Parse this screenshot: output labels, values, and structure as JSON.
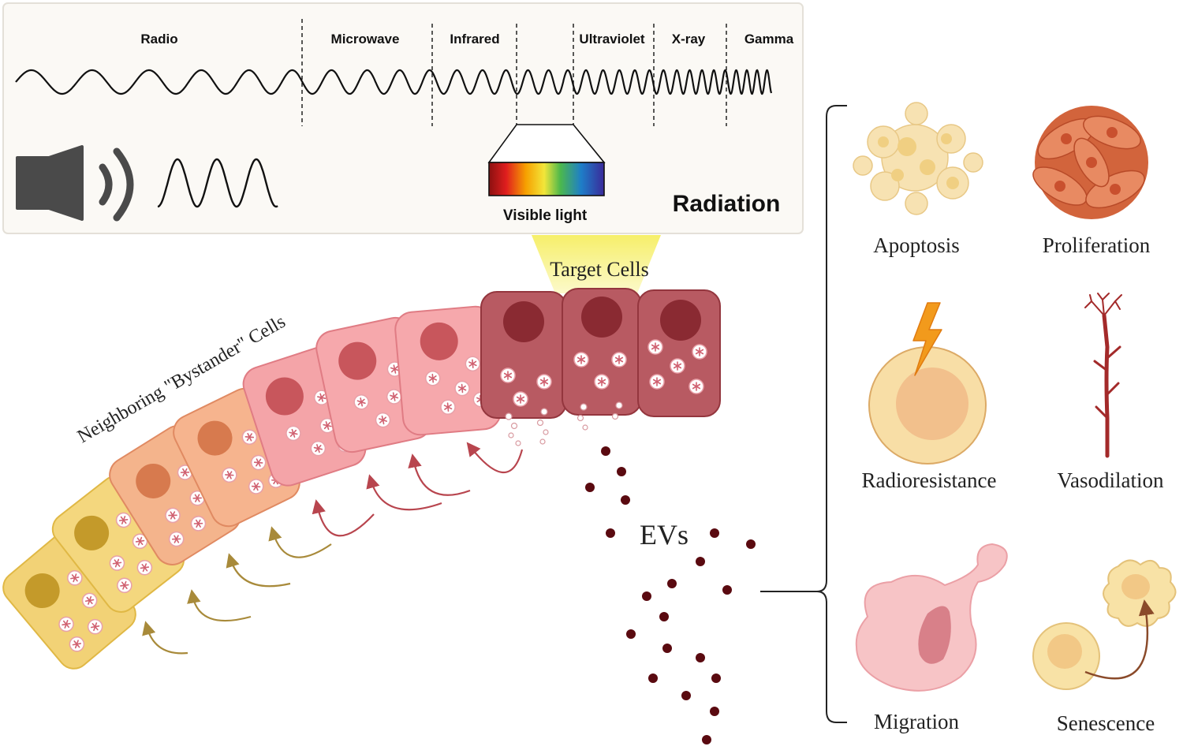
{
  "spectrum": {
    "bands": [
      "Radio",
      "Microwave",
      "Infrared",
      "Ultraviolet",
      "X-ray",
      "Gamma"
    ],
    "visible_label": "Visible light",
    "title": "Radiation"
  },
  "cells": {
    "bystander_label": "Neighboring \"Bystander\" Cells",
    "target_label": "Target Cells"
  },
  "evs_label": "EVs",
  "effects": [
    {
      "label": "Apoptosis",
      "icon": "apoptosis-icon"
    },
    {
      "label": "Proliferation",
      "icon": "proliferation-icon"
    },
    {
      "label": "Radioresistance",
      "icon": "radioresistance-icon"
    },
    {
      "label": "Vasodilation",
      "icon": "vasodilation-icon"
    },
    {
      "label": "Migration",
      "icon": "migration-icon"
    },
    {
      "label": "Senescence",
      "icon": "senescence-icon"
    }
  ],
  "colors": {
    "panel_bg": "#fbf9f5",
    "wave": "#111111",
    "speaker": "#4a4a4a",
    "ev_dot": "#5a0a10",
    "beam": "#f6ef6a"
  }
}
